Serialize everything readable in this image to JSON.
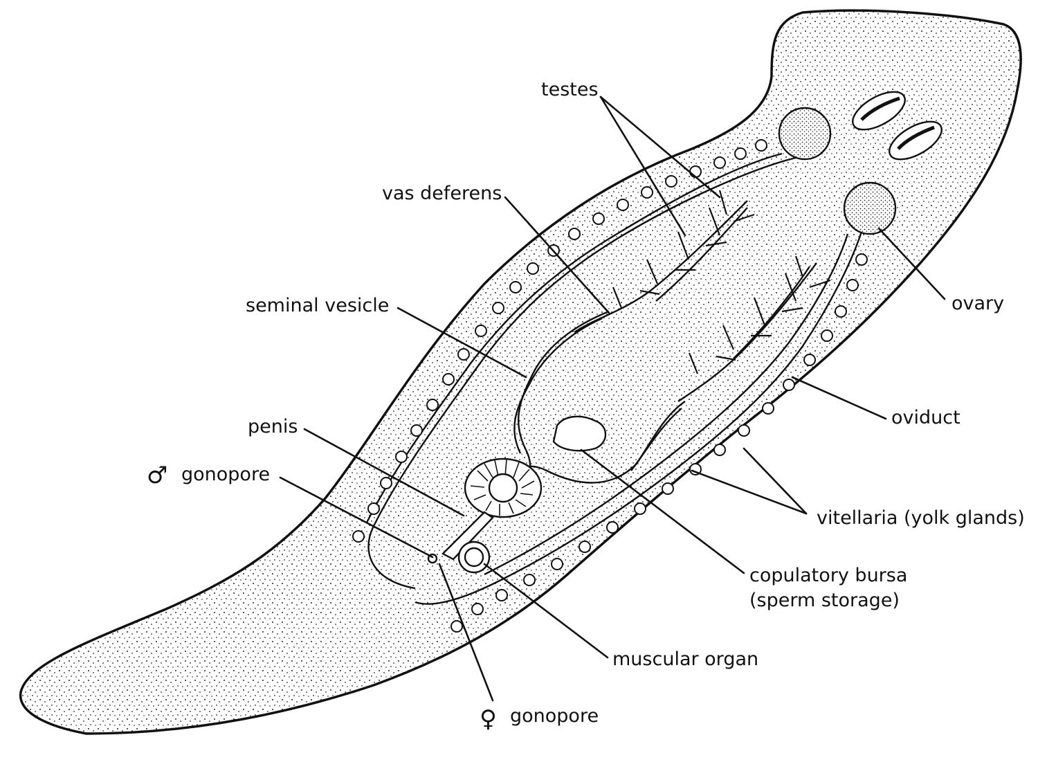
{
  "labels": {
    "testes": "testes",
    "vas_deferens": "vas deferens",
    "seminal_vesicle": "seminal vesicle",
    "penis": "penis",
    "male_symbol": "♂",
    "male_gonopore": "gonopore",
    "ovary": "ovary",
    "oviduct": "oviduct",
    "vitellaria": "vitellaria (yolk glands)",
    "copulatory_bursa_1": "copulatory bursa",
    "copulatory_bursa_2": "(sperm storage)",
    "muscular_organ": "muscular organ",
    "female_symbol": "♀",
    "female_gonopore": "gonopore"
  },
  "colors": {
    "ink": "#111111",
    "background": "#ffffff"
  }
}
